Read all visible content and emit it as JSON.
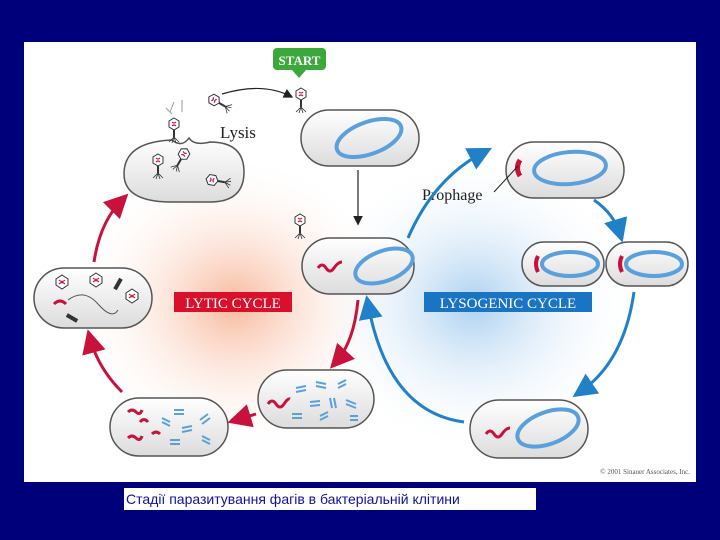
{
  "diagram": {
    "start_label": "START",
    "lysis_label": "Lysis",
    "prophage_label": "Prophage",
    "lytic_label": "LYTIC CYCLE",
    "lysogenic_label": "LYSOGENIC CYCLE",
    "copyright": "© 2001 Sinauer Associates, Inc.",
    "colors": {
      "lytic": "#c8123c",
      "lysogenic": "#2080c8",
      "dna": "#5aa0dc",
      "start": "#3aa83a",
      "cell_fill": "#eeeeee",
      "cell_stroke": "#555555"
    }
  },
  "caption": "Стадії паразитування фагів в бактеріальній клітини"
}
